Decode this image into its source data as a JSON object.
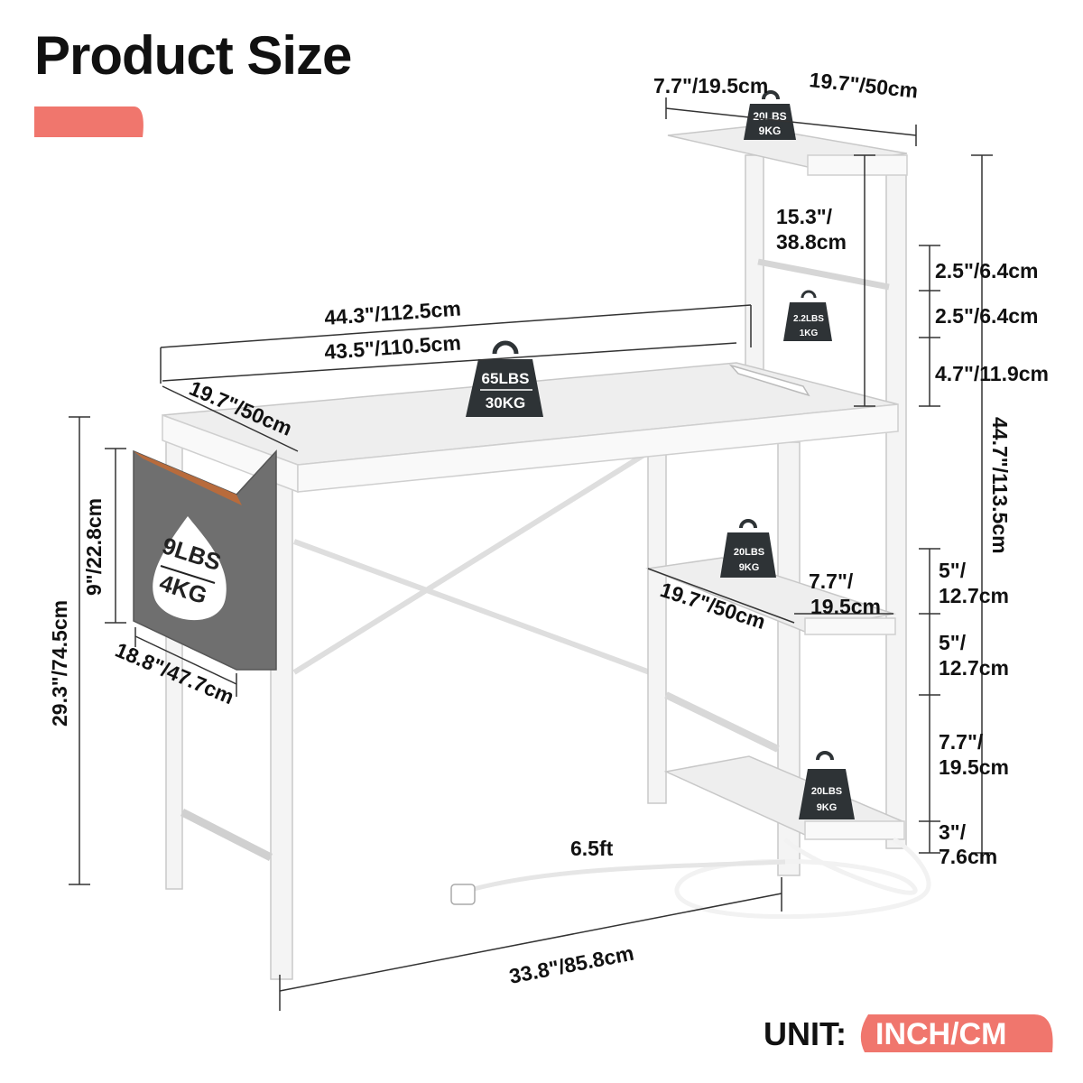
{
  "title": "Product Size",
  "colors": {
    "accent": "#f0766d",
    "weight": "#2e3336",
    "bag": "#6f6f6f"
  },
  "dimensions": {
    "top_shelf_depth": "7.7\"/19.5cm",
    "top_shelf_width": "19.7\"/50cm",
    "top_shelf_height_a": "15.3\"/",
    "top_shelf_height_b": "38.8cm",
    "gap1": "2.5\"/6.4cm",
    "gap2": "2.5\"/6.4cm",
    "gap3": "4.7\"/11.9cm",
    "total_height_side": "44.7\"/113.5cm",
    "desk_width_total": "44.3\"/112.5cm",
    "desk_width_top": "43.5\"/110.5cm",
    "desk_depth": "19.7\"/50cm",
    "bag_height": "9\"/22.8cm",
    "bag_width": "18.8\"/47.7cm",
    "desk_height": "29.3\"/74.5cm",
    "lower_shelf_width": "19.7\"/50cm",
    "lower_shelf_depth_a": "7.7\"/",
    "lower_shelf_depth_b": "19.5cm",
    "lower_gap1_a": "5\"/",
    "lower_gap1_b": "12.7cm",
    "lower_gap2_a": "5\"/",
    "lower_gap2_b": "12.7cm",
    "lower_gap3_a": "7.7\"/",
    "lower_gap3_b": "19.5cm",
    "lower_gap4_a": "3\"/",
    "lower_gap4_b": "7.6cm",
    "cord_length": "6.5ft",
    "base_width": "33.8\"/85.8cm"
  },
  "weights": {
    "top_shelf": {
      "line1": "20LBS",
      "line2": "9KG"
    },
    "hook": {
      "line1": "2.2LBS",
      "line2": "1KG"
    },
    "desk": {
      "line1": "65LBS",
      "line2": "30KG"
    },
    "bag": {
      "line1": "9LBS",
      "line2": "4KG"
    },
    "mid_shelf": {
      "line1": "20LBS",
      "line2": "9KG"
    },
    "bottom_shelf": {
      "line1": "20LBS",
      "line2": "9KG"
    }
  },
  "unit": {
    "label": "UNIT:",
    "value": "INCH/CM"
  }
}
